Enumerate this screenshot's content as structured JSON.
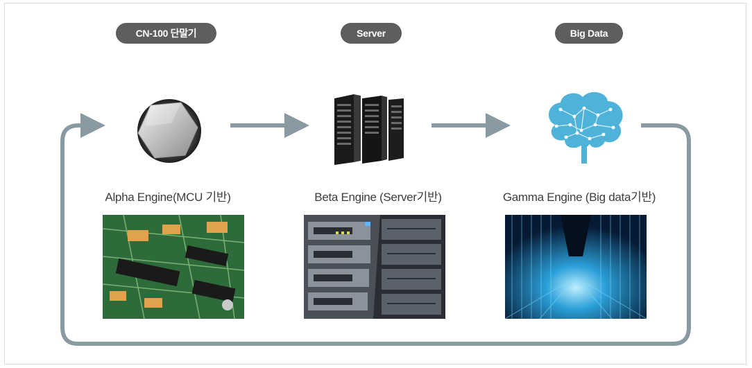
{
  "stages": [
    {
      "pill": "CN-100 단말기",
      "label": "Alpha Engine(MCU 기반)",
      "icon": "hex-bolt-device-icon",
      "photo": "circuit-board-photo"
    },
    {
      "pill": "Server",
      "label": "Beta Engine (Server기반)",
      "icon": "server-rack-icon",
      "photo": "server-rack-photo"
    },
    {
      "pill": "Big Data",
      "label": "Gamma Engine (Big data기반)",
      "icon": "brain-network-icon",
      "photo": "data-tunnel-photo"
    }
  ],
  "colors": {
    "pill_bg": "#5e5e5e",
    "arrow": "#8a9aa3",
    "brain": "#4fb3d9",
    "label_text": "#3d3d3d"
  }
}
